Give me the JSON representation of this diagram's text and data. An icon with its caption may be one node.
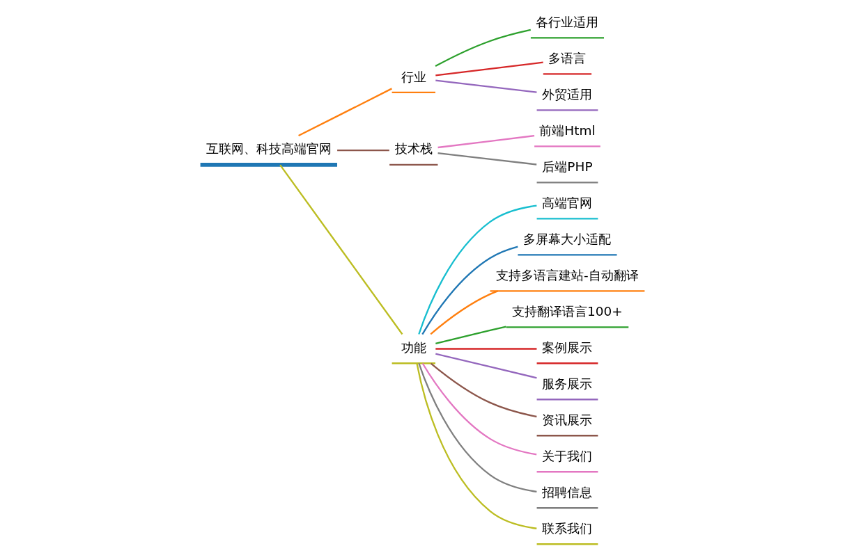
{
  "diagram": {
    "nodes": [
      {
        "text": [
          "互联网、科技高端官网"
        ]
      },
      {
        "text": [
          "行业"
        ]
      },
      {
        "text": [
          "技术栈"
        ]
      },
      {
        "text": [
          "功能"
        ]
      },
      {
        "text": [
          "各行业适用"
        ]
      },
      {
        "text": [
          "多语言"
        ]
      },
      {
        "text": [
          "外贸适用"
        ]
      },
      {
        "text": [
          "前端Html"
        ]
      },
      {
        "text": [
          "后端PHP"
        ]
      },
      {
        "text": [
          "高端官网"
        ]
      },
      {
        "text": [
          "多屏幕大小适配"
        ]
      },
      {
        "text": [
          "支持多语言建站-自动翻译"
        ]
      },
      {
        "text": [
          "支持翻译语言100+"
        ]
      },
      {
        "text": [
          "案例展示"
        ]
      },
      {
        "text": [
          "服务展示"
        ]
      },
      {
        "text": [
          "资讯展示"
        ]
      },
      {
        "text": [
          "关于我们"
        ]
      },
      {
        "text": [
          "招聘信息"
        ]
      },
      {
        "text": [
          "联系我们"
        ]
      }
    ],
    "edges": [
      {
        "from": 0,
        "to": 1,
        "arrow": "none",
        "color": "#ff7f0e"
      },
      {
        "from": 0,
        "to": 2,
        "arrow": "none",
        "color": "#8c564b"
      },
      {
        "from": 0,
        "to": 3,
        "arrow": "none",
        "color": "#bcbd22"
      },
      {
        "from": 1,
        "to": 4,
        "arrow": "none",
        "color": "#2ca02c"
      },
      {
        "from": 1,
        "to": 5,
        "arrow": "none",
        "color": "#d62728"
      },
      {
        "from": 1,
        "to": 6,
        "arrow": "none",
        "color": "#9467bd"
      },
      {
        "from": 2,
        "to": 7,
        "arrow": "none",
        "color": "#e377c2"
      },
      {
        "from": 2,
        "to": 8,
        "arrow": "none",
        "color": "#7f7f7f"
      },
      {
        "from": 3,
        "to": 9,
        "arrow": "none",
        "color": "#17becf"
      },
      {
        "from": 3,
        "to": 10,
        "arrow": "none",
        "color": "#1f77b4"
      },
      {
        "from": 3,
        "to": 11,
        "arrow": "none",
        "color": "#ff7f0e"
      },
      {
        "from": 3,
        "to": 12,
        "arrow": "none",
        "color": "#2ca02c"
      },
      {
        "from": 3,
        "to": 13,
        "arrow": "none",
        "color": "#d62728"
      },
      {
        "from": 3,
        "to": 14,
        "arrow": "none",
        "color": "#9467bd"
      },
      {
        "from": 3,
        "to": 15,
        "arrow": "none",
        "color": "#8c564b"
      },
      {
        "from": 3,
        "to": 16,
        "arrow": "none",
        "color": "#e377c2"
      },
      {
        "from": 3,
        "to": 17,
        "arrow": "none",
        "color": "#7f7f7f"
      },
      {
        "from": 3,
        "to": 18,
        "arrow": "none",
        "color": "#bcbd22"
      }
    ]
  }
}
